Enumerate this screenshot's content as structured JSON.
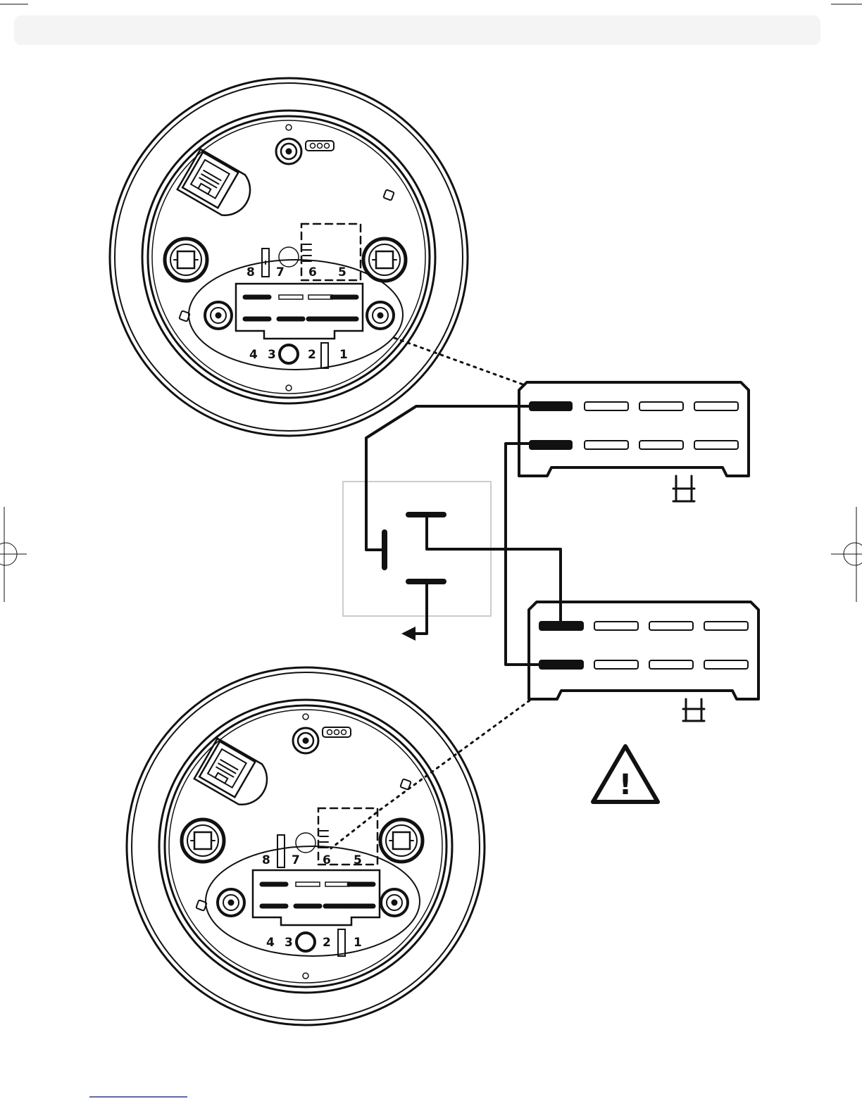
{
  "colors": {
    "ink": "#111111",
    "paper": "#ffffff",
    "band": "#f4f4f4",
    "frame": "#cccccc",
    "footer_rule": "#2b3a8c"
  },
  "top_gauge": {
    "pin_labels": [
      "8",
      "7",
      "6",
      "5",
      "4",
      "3",
      "2",
      "1"
    ]
  },
  "bottom_gauge": {
    "pin_labels": [
      "8",
      "7",
      "6",
      "5",
      "4",
      "3",
      "2",
      "1"
    ]
  },
  "upper_connector": {
    "active_slots": [
      "top-left",
      "bottom-left"
    ]
  },
  "lower_connector": {
    "active_slots": [
      "top-left",
      "bottom-left"
    ]
  },
  "switch": {
    "contacts": 3
  },
  "warning": {
    "icon": "warning-triangle-icon",
    "symbol": "!"
  }
}
